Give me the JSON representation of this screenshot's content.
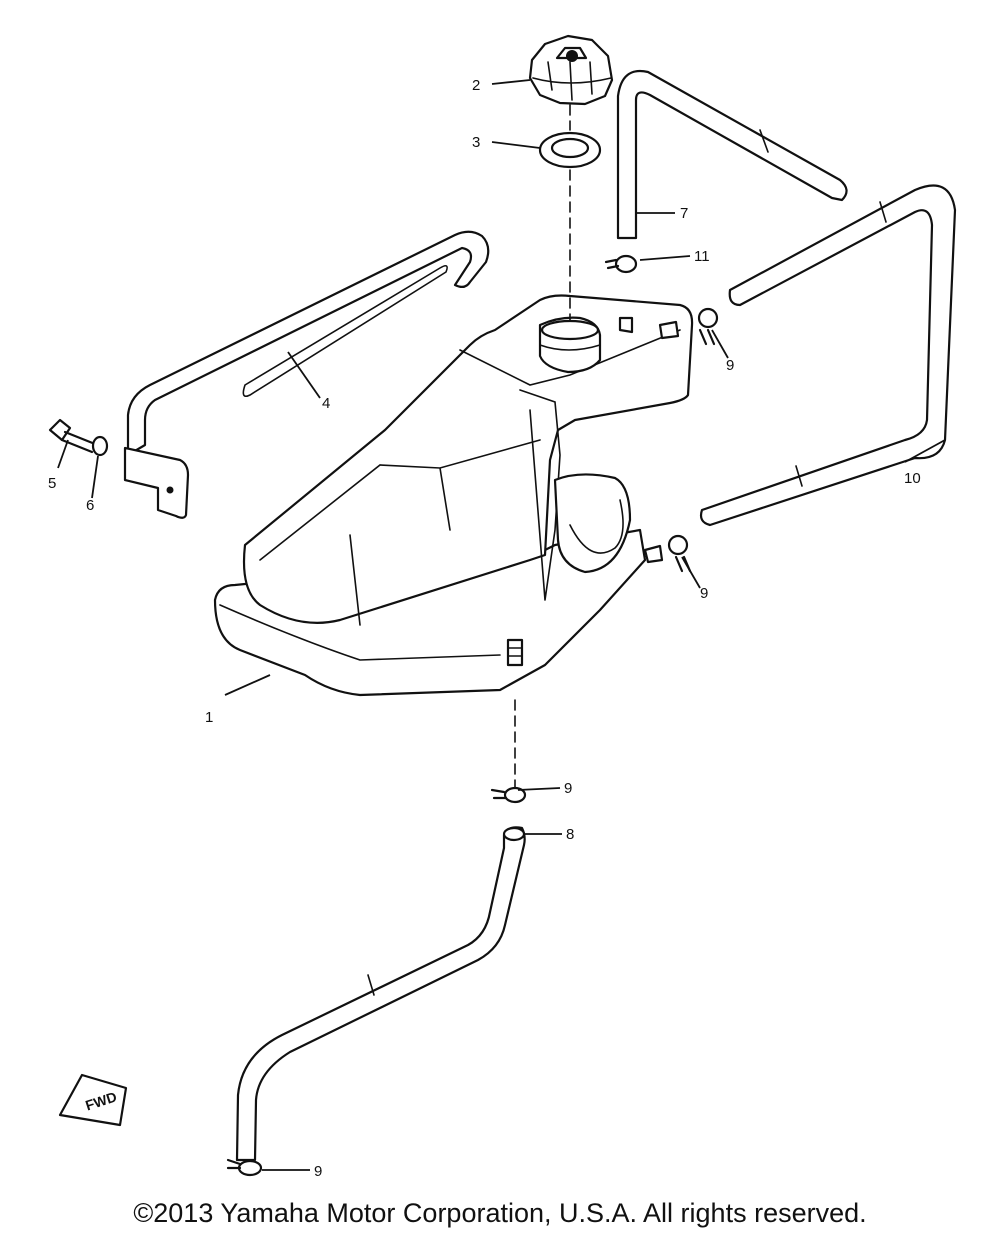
{
  "callouts": [
    "1",
    "2",
    "3",
    "4",
    "5",
    "6",
    "7",
    "8",
    "9",
    "10",
    "11"
  ],
  "copyright": "©2013 Yamaha Motor Corporation, U.S.A. All rights reserved.",
  "fwd_label": "FWD"
}
